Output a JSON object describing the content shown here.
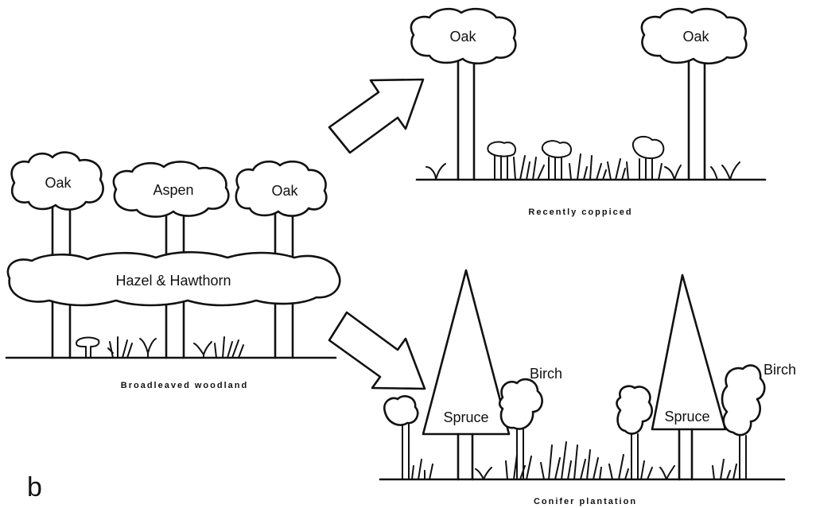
{
  "panel_letter": "b",
  "broadleaved": {
    "caption": "Broadleaved woodland",
    "trees": [
      "Oak",
      "Aspen",
      "Oak"
    ],
    "understorey": "Hazel & Hawthorn"
  },
  "coppiced": {
    "caption": "Recently coppiced",
    "trees": [
      "Oak",
      "Oak"
    ]
  },
  "conifer": {
    "caption": "Conifer plantation",
    "trees": [
      "Spruce",
      "Spruce"
    ],
    "birch_labels": [
      "Birch",
      "Birch"
    ]
  }
}
